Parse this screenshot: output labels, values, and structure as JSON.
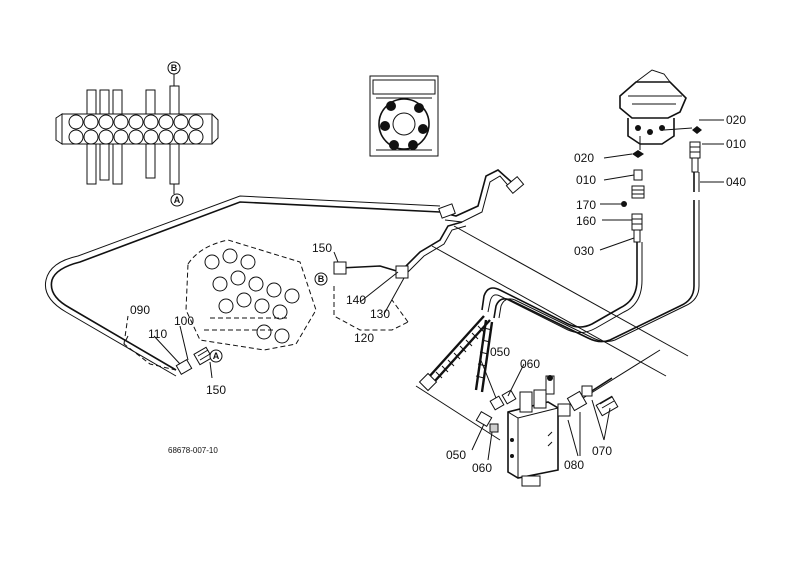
{
  "diagram_code": "68678-007-10",
  "connectors": {
    "a": "A",
    "b": "B"
  },
  "callouts": {
    "c020_top": "020",
    "c010_top": "010",
    "c040": "040",
    "c020_left": "020",
    "c010_left": "010",
    "c170": "170",
    "c160": "160",
    "c030": "030",
    "c150_top": "150",
    "c140": "140",
    "c130": "130",
    "c120": "120",
    "c090": "090",
    "c110": "110",
    "c100": "100",
    "c150_bottom": "150",
    "c050_upper": "050",
    "c060_upper": "060",
    "c050_lower": "050",
    "c060_lower": "060",
    "c080": "080",
    "c070": "070"
  }
}
